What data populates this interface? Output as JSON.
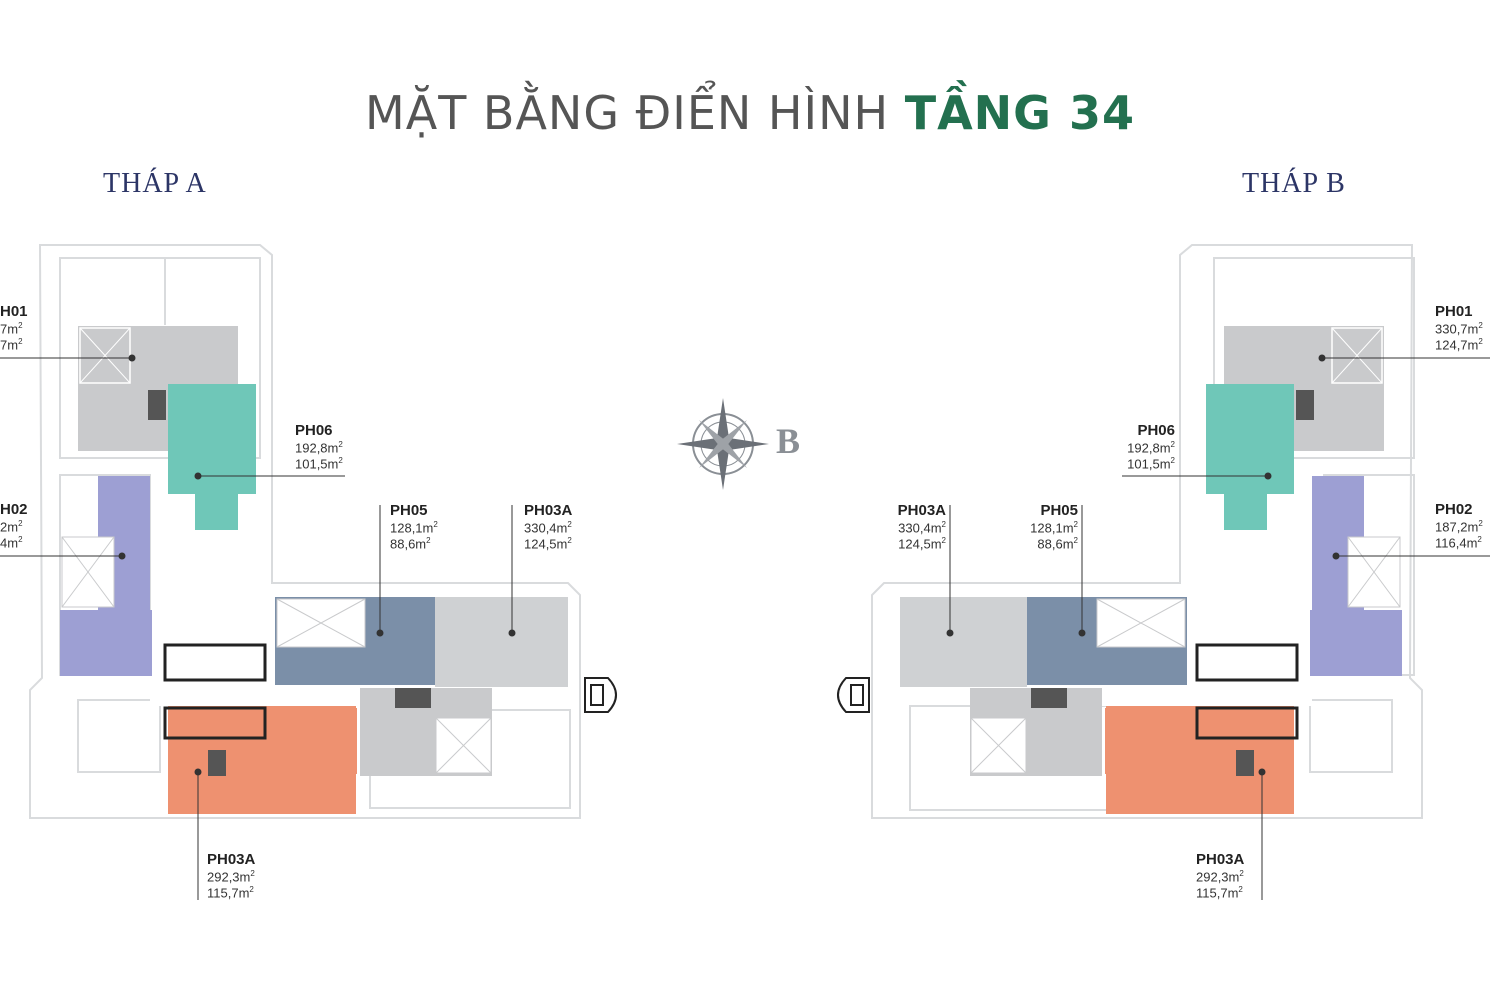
{
  "title": {
    "prefix": "MẶT BẰNG ĐIỂN HÌNH",
    "accent": "TẦNG 34"
  },
  "towers": {
    "a": "THÁP A",
    "b": "THÁP B"
  },
  "compass": {
    "letter": "B"
  },
  "colors": {
    "grey": "#c9cacc",
    "teal": "#6fc7b8",
    "purple": "#9d9fd3",
    "slate": "#7b8fa8",
    "salmon": "#ee9170",
    "light_grey": "#cfd1d3",
    "title_accent": "#23704f",
    "tower_label": "#2c3566"
  },
  "tower_a": {
    "ph01": {
      "code": "H01",
      "area1": "7m",
      "area2": "7m"
    },
    "ph02": {
      "code": "H02",
      "area1": "2m",
      "area2": "4m"
    },
    "ph06": {
      "code": "PH06",
      "area1": "192,8m",
      "area2": "101,5m"
    },
    "ph05": {
      "code": "PH05",
      "area1": "128,1m",
      "area2": "88,6m"
    },
    "ph03a_right": {
      "code": "PH03A",
      "area1": "330,4m",
      "area2": "124,5m"
    },
    "ph03a_bottom": {
      "code": "PH03A",
      "area1": "292,3m",
      "area2": "115,7m"
    }
  },
  "tower_b": {
    "ph01": {
      "code": "PH01",
      "area1": "330,7m",
      "area2": "124,7m"
    },
    "ph06": {
      "code": "PH06",
      "area1": "192,8m",
      "area2": "101,5m"
    },
    "ph02": {
      "code": "PH02",
      "area1": "187,2m",
      "area2": "116,4m"
    },
    "ph03a_left": {
      "code": "PH03A",
      "area1": "330,4m",
      "area2": "124,5m"
    },
    "ph05": {
      "code": "PH05",
      "area1": "128,1m",
      "area2": "88,6m"
    },
    "ph03a_bottom": {
      "code": "PH03A",
      "area1": "292,3m",
      "area2": "115,7m"
    }
  },
  "unit_sup": "2"
}
